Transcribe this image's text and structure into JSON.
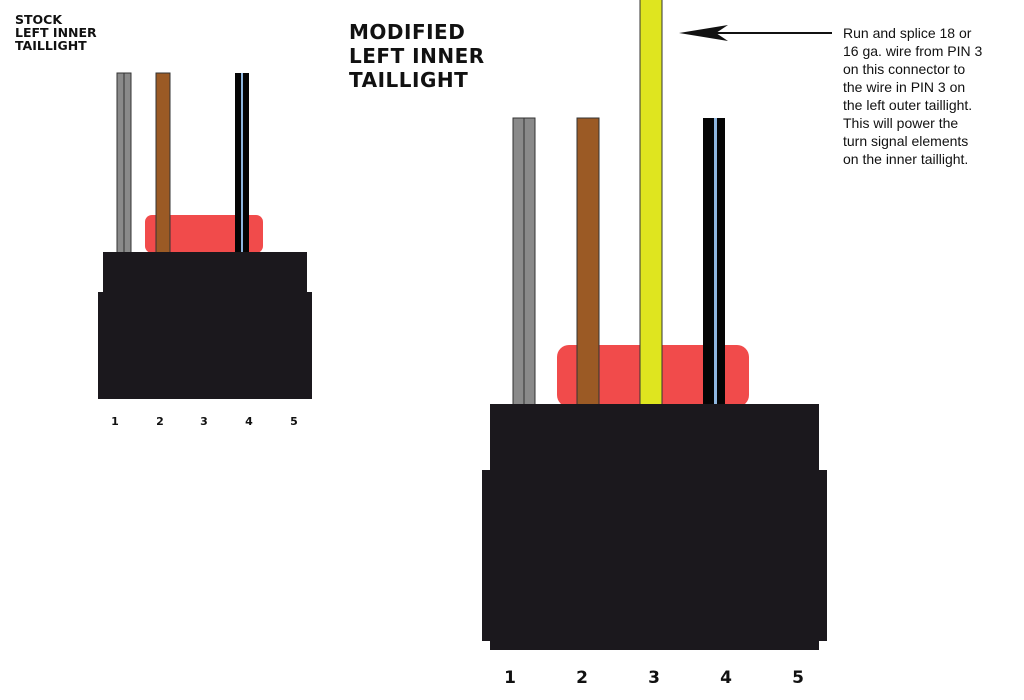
{
  "stock": {
    "title_lines": [
      "STOCK",
      "LEFT INNER",
      "TAILLIGHT"
    ],
    "pins": [
      "1",
      "2",
      "3",
      "4",
      "5"
    ]
  },
  "modified": {
    "title_lines": [
      "MODIFIED",
      "LEFT INNER",
      "TAILLIGHT"
    ],
    "pins": [
      "1",
      "2",
      "3",
      "4",
      "5"
    ]
  },
  "note": {
    "text": "Run and splice 18 or\n16 ga. wire from PIN 3\non this connector to\nthe wire in PIN 3 on\nthe left outer taillight.\nThis will power the\nturn signal elements\non the inner taillight."
  },
  "colors": {
    "connector_body": "#1b181d",
    "latch": "#f14b4b",
    "wire_gray": "#8a8a8a",
    "wire_brown": "#9b5a25",
    "wire_yellow": "#dfe51f",
    "wire_black": "#050505",
    "stripe_blue": "#8fb7e0"
  },
  "icons": {
    "arrow": "left-arrow-icon"
  }
}
